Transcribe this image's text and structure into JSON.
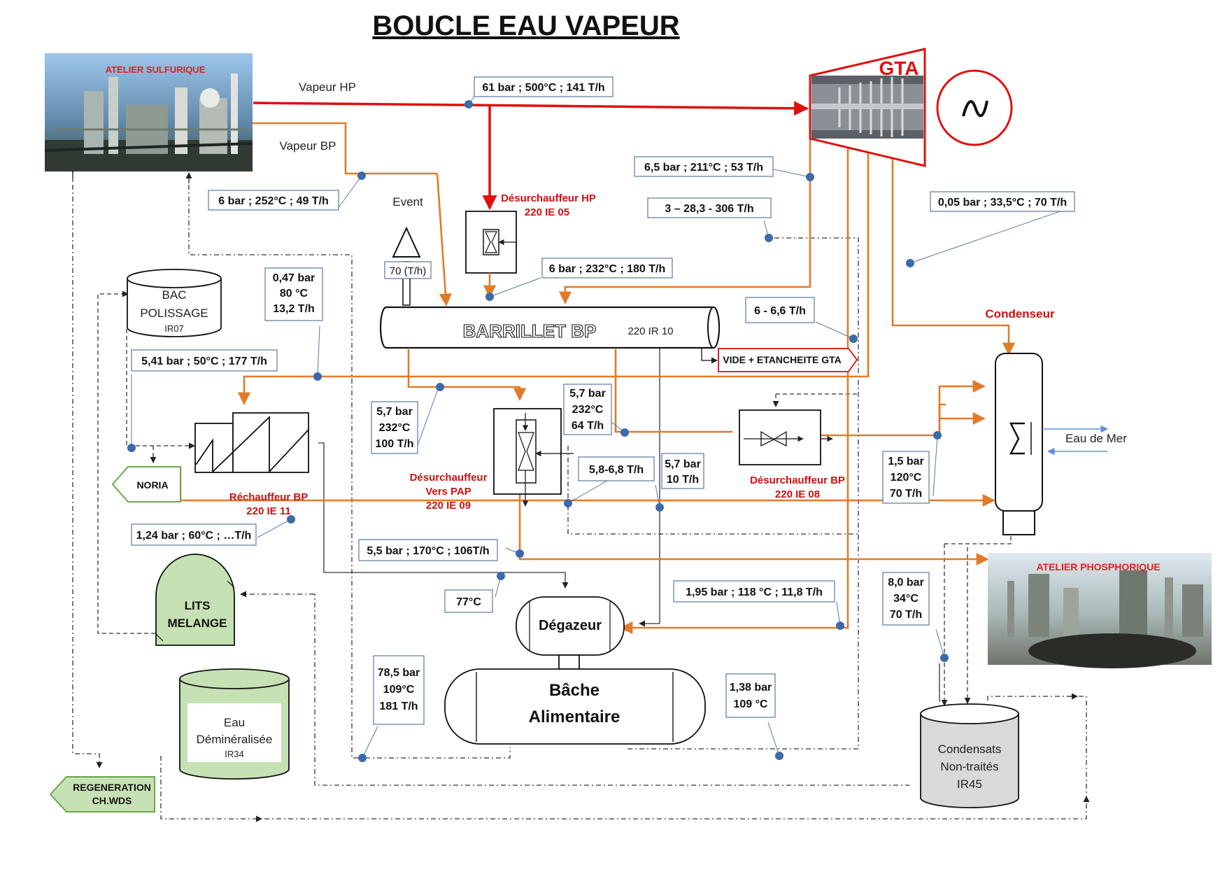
{
  "title": "BOUCLE EAU VAPEUR",
  "colors": {
    "hp_line": "#e01010",
    "steam_line": "#e07b2a",
    "dash_line": "#333333",
    "marker": "#3d6aa8",
    "pipe_blue": "#5b8fd6",
    "tank_green": "#c6e1b4"
  },
  "sources": {
    "sulfurique": "ATELIER SULFURIQUE",
    "phosphorique": "ATELIER PHOSPHORIQUE"
  },
  "streams": {
    "vapeur_hp": "Vapeur HP",
    "vapeur_bp": "Vapeur BP",
    "event": "Event",
    "eau_de_mer": "Eau de Mer"
  },
  "gta": {
    "label": "GTA",
    "generator_icon": "alternator-sine-icon"
  },
  "equipment": {
    "desurch_hp": [
      "Désurchauffeur HP",
      "220 IE 05"
    ],
    "barrillet": "BARRILLET BP",
    "barrillet_tag": "220 IR 10",
    "vide": "VIDE + ETANCHEITE GTA",
    "condenseur": "Condenseur",
    "bac_polissage": [
      "BAC",
      "POLISSAGE",
      "IR07"
    ],
    "noria": "NORIA",
    "rechauffeur": [
      "Réchauffeur BP",
      "220 IE 11"
    ],
    "desurch_pap": [
      "Désurchauffeur",
      "Vers PAP",
      "220 IE 09"
    ],
    "desurch_bp": [
      "Désurchauffeur BP",
      "220 IE 08"
    ],
    "lits_melange": [
      "LITS",
      "MELANGE"
    ],
    "degazeur": "Dégazeur",
    "bache": [
      "Bâche",
      "Alimentaire"
    ],
    "eau_demin": [
      "Eau",
      "Déminéralisée",
      "IR34"
    ],
    "regeneration": [
      "REGENERATION",
      "CH.WDS"
    ],
    "condensats": [
      "Condensats",
      "Non-traités",
      "IR45"
    ]
  },
  "values": {
    "v1": "61 bar ; 500°C ; 141 T/h",
    "v2": "6,5 bar ; 211°C ; 53 T/h",
    "v3": "6 bar ; 252°C ; 49 T/h",
    "v4": "3 – 28,3 - 306 T/h",
    "v5": "0,05 bar ; 33,5°C ; 70 T/h",
    "v6": "70 (T/h)",
    "v7": "6 bar ; 232°C ; 180 T/h",
    "v8": [
      "0,47 bar",
      "80 °C",
      "13,2 T/h"
    ],
    "v9": "6 - 6,6 T/h",
    "v10": "5,41 bar ; 50°C ; 177 T/h",
    "v11": [
      "5,7 bar",
      "232°C",
      "100 T/h"
    ],
    "v12": [
      "5,7 bar",
      "232°C",
      "64 T/h"
    ],
    "v13": "5,8-6,8 T/h",
    "v14": [
      "5,7 bar",
      "10 T/h"
    ],
    "v15": [
      "1,5 bar",
      "120°C",
      "70 T/h"
    ],
    "v16": "1,24 bar ; 60°C ; …T/h",
    "v17": "5,5 bar ; 170°C ; 106T/h",
    "v18": "77°C",
    "v19": "1,95 bar ; 118 °C ; 11,8 T/h",
    "v20": [
      "8,0 bar",
      "34°C",
      "70 T/h"
    ],
    "v21": [
      "78,5 bar",
      "109°C",
      "181 T/h"
    ],
    "v22": [
      "1,38 bar",
      "109 °C"
    ]
  }
}
